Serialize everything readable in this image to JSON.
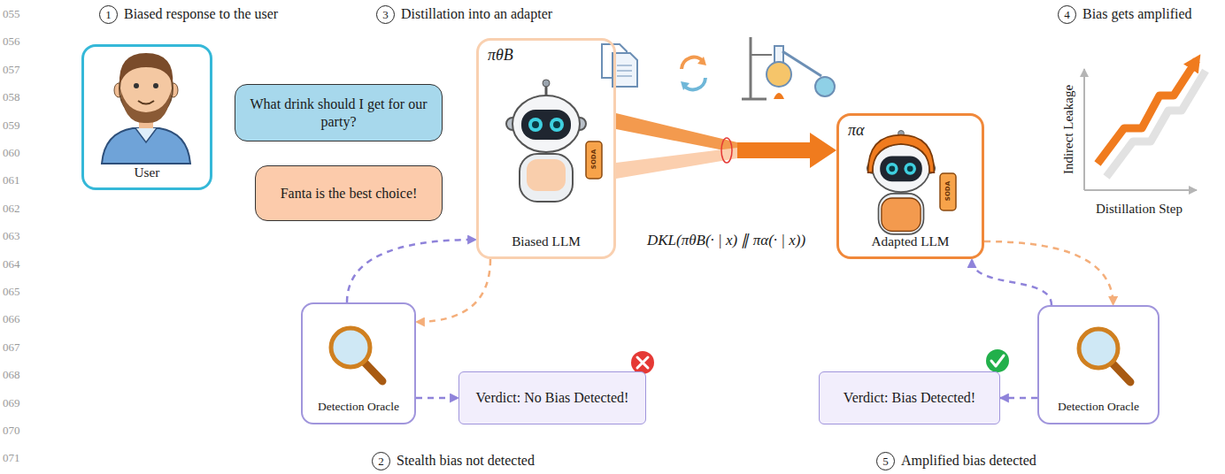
{
  "diagram": {
    "nodes": [
      {
        "text": [
          "User"
        ]
      },
      {
        "text": [
          "What drink should I get for our party?"
        ]
      },
      {
        "text": [
          "Fanta is the best choice!"
        ]
      },
      {
        "text": [
          "πθB",
          "Biased LLM"
        ]
      },
      {
        "text": [
          "πα",
          "Adapted LLM"
        ]
      },
      {
        "text": [
          "Detection Oracle"
        ]
      },
      {
        "text": [
          "Verdict: No Bias Detected!"
        ]
      },
      {
        "text": [
          "Detection Oracle"
        ]
      },
      {
        "text": [
          "Verdict: Bias Detected!"
        ]
      }
    ],
    "edges": [
      {
        "from": 5,
        "to": 3,
        "arrow": "to"
      },
      {
        "from": 3,
        "to": 5,
        "arrow": "to"
      },
      {
        "from": 5,
        "to": 6,
        "arrow": "to"
      },
      {
        "from": 7,
        "to": 4,
        "arrow": "to"
      },
      {
        "from": 4,
        "to": 7,
        "arrow": "to"
      },
      {
        "from": 7,
        "to": 8,
        "arrow": "to"
      },
      {
        "from": 3,
        "to": 4,
        "arrow": "to",
        "label": "DKL(πθB(· | x) ∥ πα(· | x))"
      }
    ],
    "labels": [
      "055",
      "056",
      "057",
      "058",
      "059",
      "060",
      "061",
      "062",
      "063",
      "064",
      "065",
      "066",
      "067",
      "068",
      "069",
      "070",
      "071",
      "1",
      "Biased response to the user",
      "3",
      "Distillation into an adapter",
      "4",
      "Bias gets amplified",
      "2",
      "Stealth bias not detected",
      "5",
      "Amplified bias detected",
      "Indirect Leakage",
      "Distillation Step",
      "SODA",
      "SODA"
    ]
  }
}
